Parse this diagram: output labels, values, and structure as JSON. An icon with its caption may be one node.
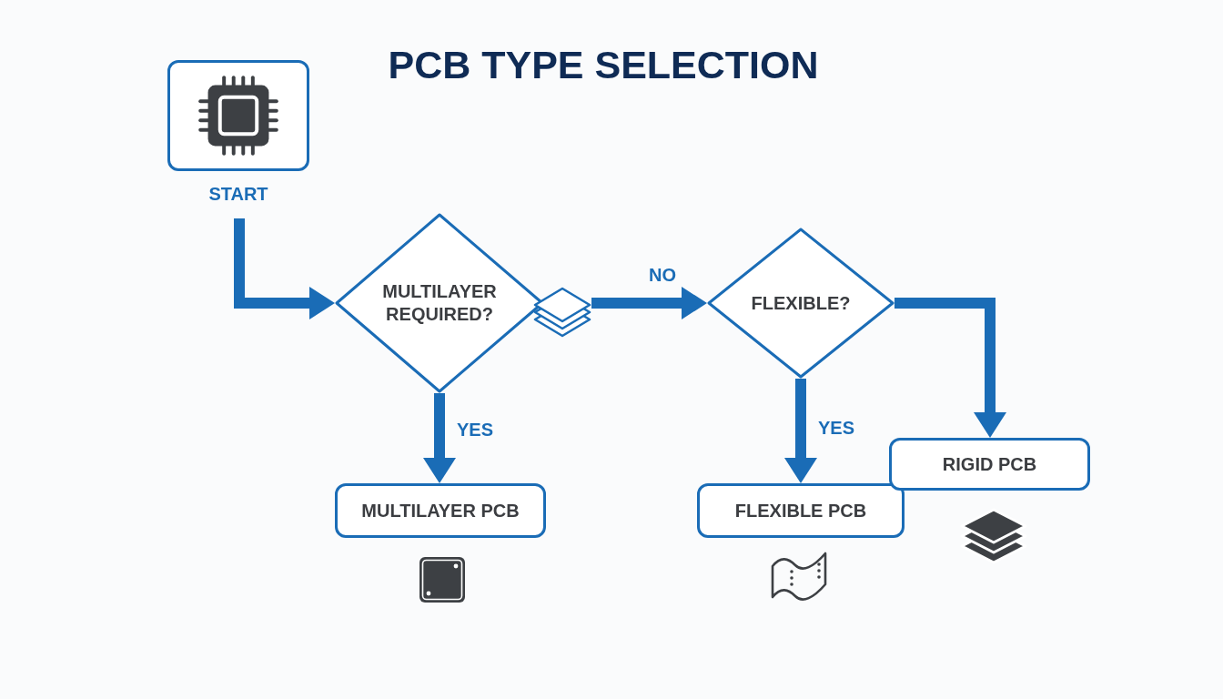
{
  "diagram": {
    "title": "PCB TYPE SELECTION",
    "nodes": [
      {
        "text": [
          "START"
        ]
      },
      {
        "text": [
          "MULTILAYER REQUIRED?"
        ]
      },
      {
        "text": [
          "FLEXIBLE?"
        ]
      },
      {
        "text": [
          "MULTILAYER PCB"
        ]
      },
      {
        "text": [
          "FLEXIBLE PCB"
        ]
      },
      {
        "text": [
          "RIGID PCB"
        ]
      }
    ],
    "edges": [
      {
        "from": 0,
        "to": 1,
        "arrow": "to"
      },
      {
        "from": 1,
        "to": 2,
        "arrow": "to",
        "label": "NO"
      },
      {
        "from": 1,
        "to": 3,
        "arrow": "to",
        "label": "YES"
      },
      {
        "from": 2,
        "to": 4,
        "arrow": "to",
        "label": "YES"
      },
      {
        "from": 2,
        "to": 5,
        "arrow": "to"
      }
    ]
  }
}
